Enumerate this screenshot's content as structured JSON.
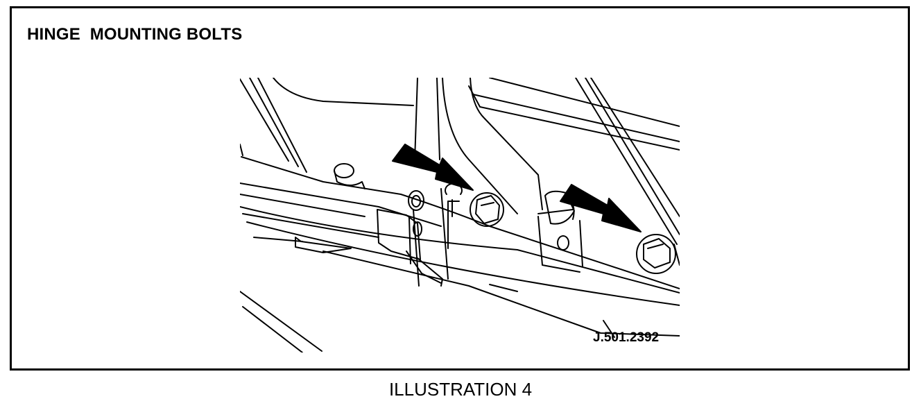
{
  "title": "HINGE  MOUNTING BOLTS",
  "reference_code": "J.501.2392",
  "caption": "ILLUSTRATION 4",
  "colors": {
    "line": "#000000",
    "background": "#ffffff"
  },
  "callouts": [
    {
      "id": "arrow-1",
      "points_to": "hinge-bolt-left",
      "icon": "arrow-icon"
    },
    {
      "id": "arrow-2",
      "points_to": "hinge-bolt-right",
      "icon": "arrow-icon"
    }
  ]
}
